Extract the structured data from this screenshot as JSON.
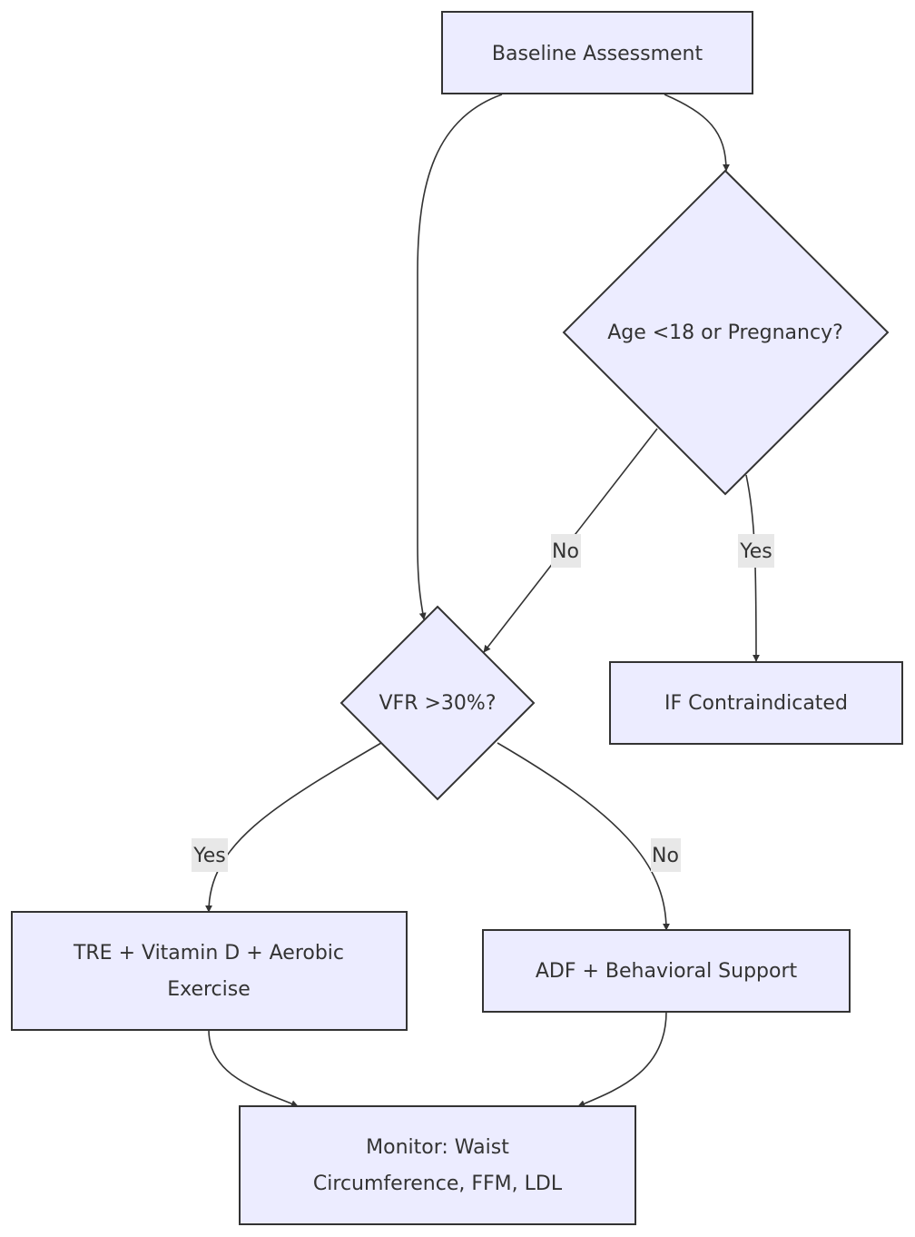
{
  "nodes": {
    "baseline": {
      "label": "Baseline Assessment"
    },
    "age_check": {
      "label": "Age <18 or Pregnancy?"
    },
    "vfr_check": {
      "label": "VFR >30%?"
    },
    "contraindicated": {
      "label": "IF Contraindicated"
    },
    "tre": {
      "label_line1": "TRE + Vitamin D + Aerobic",
      "label_line2": "Exercise"
    },
    "adf": {
      "label": "ADF + Behavioral Support"
    },
    "monitor": {
      "label_line1": "Monitor: Waist",
      "label_line2": "Circumference, FFM, LDL"
    }
  },
  "edges": {
    "age_no": {
      "label": "No"
    },
    "age_yes": {
      "label": "Yes"
    },
    "vfr_yes": {
      "label": "Yes"
    },
    "vfr_no": {
      "label": "No"
    }
  },
  "colors": {
    "node_fill": "#ECECFF",
    "node_stroke": "#333333",
    "edge_stroke": "#333333",
    "label_background": "#E8E8E8"
  }
}
